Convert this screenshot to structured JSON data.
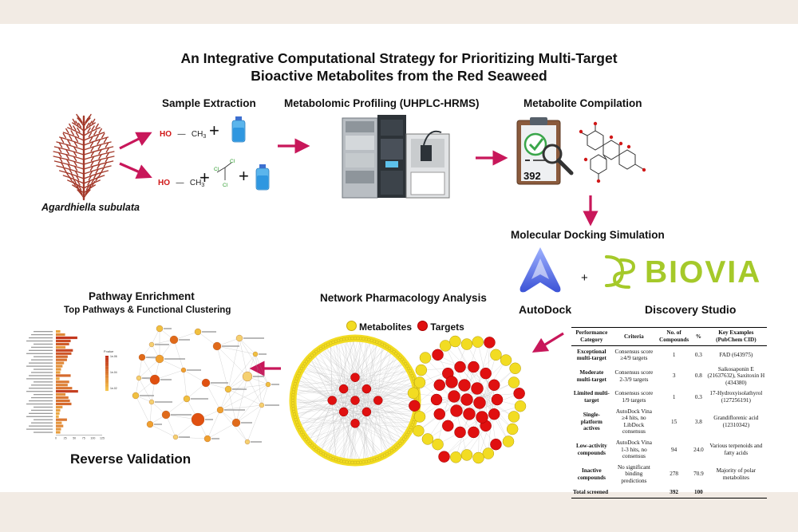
{
  "title": {
    "line1": "An Integrative Computational Strategy for Prioritizing Multi-Target",
    "line2": "Bioactive Metabolites from the Red Seaweed"
  },
  "stages": {
    "sample_extraction": "Sample Extraction",
    "metabolomic_profiling": "Metabolomic Profiling (UHPLC-HRMS)",
    "metabolite_compilation": "Metabolite Compilation",
    "molecular_docking": "Molecular Docking Simulation",
    "network_pharmacology": "Network Pharmacology Analysis",
    "pathway_enrichment": "Pathway Enrichment",
    "pathway_subtitle": "Top Pathways & Functional Clustering",
    "reverse_validation": "Reverse Validation"
  },
  "organism": "Agardhiella subulata",
  "solvents": {
    "ho": "HO",
    "ch3": "CH",
    "sub3": "3",
    "cl": "Cl"
  },
  "metabolite_count": "392",
  "docking": {
    "autodock_label": "AutoDock",
    "plus": "+",
    "biovia_label": "BIOVIA",
    "discovery_studio": "Discovery Studio"
  },
  "network_legend": {
    "metabolites": "Metabolites",
    "targets": "Targets"
  },
  "colors": {
    "arrow": "#c8175a",
    "seaweed": "#a3392a",
    "metabolite_node": "#f2dc22",
    "target_node": "#e01010",
    "bar_dark": "#c0301b",
    "bar_light": "#f5c24a"
  },
  "results_table": {
    "headers": [
      "Performance Category",
      "Criteria",
      "No. of Compounds",
      "%",
      "Key Examples (PubChem CID)"
    ],
    "rows": [
      {
        "category": "Exceptional multi-target",
        "criteria": "Consensus score ≥4/9 targets",
        "n": "1",
        "pct": "0.3",
        "examples": "FAD (643975)"
      },
      {
        "category": "Moderate multi-target",
        "criteria": "Consensus score 2-3/9 targets",
        "n": "3",
        "pct": "0.8",
        "examples": "Saikosaponin E (21637632), Saxitoxin H (434380)"
      },
      {
        "category": "Limited multi-target",
        "criteria": "Consensus score 1/9 targets",
        "n": "1",
        "pct": "0.3",
        "examples": "17-Hydroxyisolathyrol (127256191)"
      },
      {
        "category": "Single-platform actives",
        "criteria": "AutoDock Vina ≥4 hits, no LibDock consensus",
        "n": "15",
        "pct": "3.8",
        "examples": "Grandiflorenic acid (12310342)"
      },
      {
        "category": "Low-activity compounds",
        "criteria": "AutoDock Vina 1-3 hits, no consensus",
        "n": "94",
        "pct": "24.0",
        "examples": "Various terpenoids and fatty acids"
      },
      {
        "category": "Inactive compounds",
        "criteria": "No significant binding predictions",
        "n": "278",
        "pct": "70.9",
        "examples": "Majority of polar metabolites"
      }
    ],
    "total": {
      "label": "Total screened",
      "n": "392",
      "pct": "100"
    }
  },
  "bar_chart": {
    "legend_title": "P.value",
    "legend_ticks": [
      "1e-06",
      "1e-04",
      "1e-02"
    ],
    "axis_ticks": [
      "0",
      "25",
      "50",
      "75",
      "100",
      "125"
    ],
    "values": [
      12,
      25,
      58,
      40,
      36,
      26,
      46,
      42,
      32,
      30,
      22,
      18,
      14,
      12,
      40,
      10,
      36,
      32,
      44,
      60,
      26,
      34,
      38,
      42,
      18,
      12,
      10,
      8,
      30,
      16,
      20,
      14,
      12
    ],
    "intensity": [
      0.2,
      0.4,
      0.95,
      0.8,
      0.7,
      0.3,
      0.85,
      0.75,
      0.6,
      0.55,
      0.4,
      0.35,
      0.3,
      0.25,
      0.6,
      0.2,
      0.5,
      0.45,
      0.55,
      0.9,
      0.35,
      0.5,
      0.55,
      0.6,
      0.3,
      0.25,
      0.2,
      0.15,
      0.5,
      0.3,
      0.4,
      0.3,
      0.25
    ]
  }
}
